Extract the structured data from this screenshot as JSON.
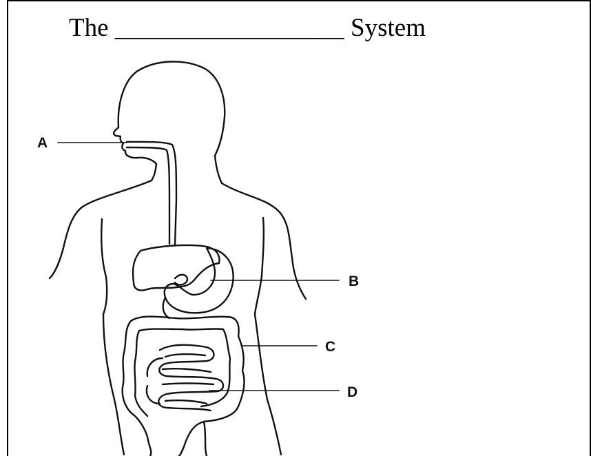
{
  "title": {
    "prefix": "The",
    "blank": "__________________",
    "suffix": "System"
  },
  "labels": {
    "a": "A",
    "b": "B",
    "c": "C",
    "d": "D"
  },
  "colors": {
    "ink": "#111111",
    "border": "#000000",
    "background": "#ffffff"
  }
}
